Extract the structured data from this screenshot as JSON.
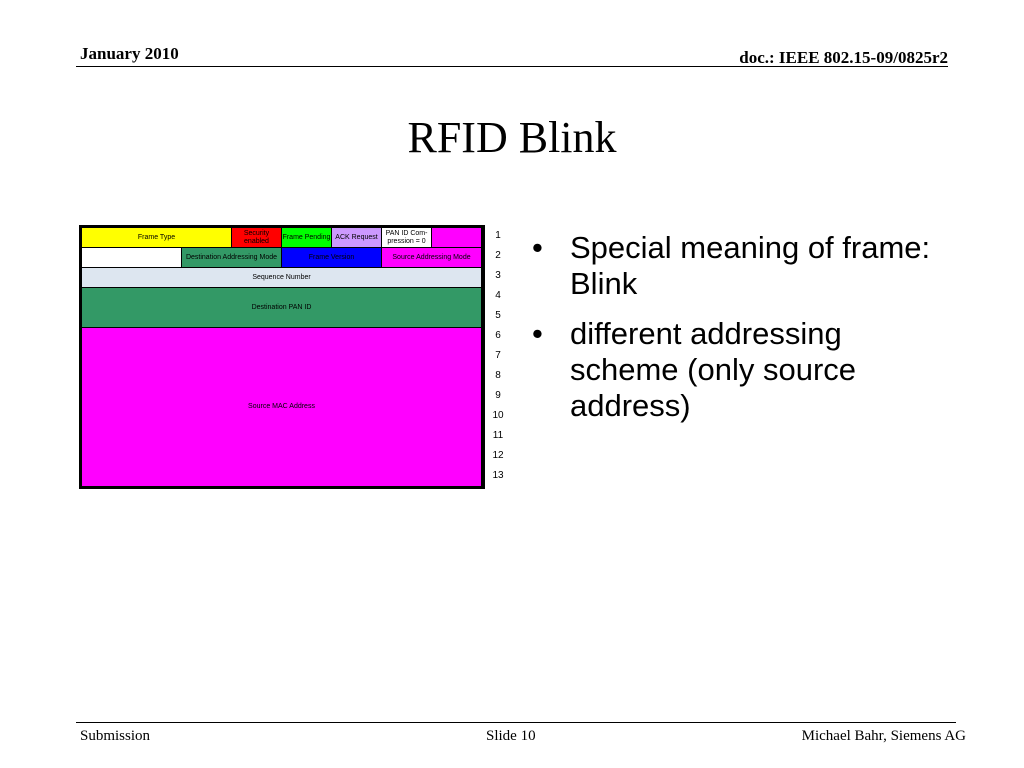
{
  "header": {
    "date": "January 2010",
    "doc": "doc.: IEEE 802.15-09/0825r2"
  },
  "title": "RFID Blink",
  "frame_diagram": {
    "row1": {
      "frame_type": "Frame Type",
      "security": "Security enabled",
      "frame_pending": "Frame Pending",
      "ack_request": "ACK Request",
      "pan_id_compression": "PAN ID Com-pression = 0",
      "colors": {
        "frame_type": "#ffff00",
        "security": "#ff0000",
        "frame_pending": "#00ff00",
        "ack_request": "#cc99ff",
        "pan_id": "#ffffff",
        "last": "#ff00ff"
      }
    },
    "row2": {
      "dest_addr_mode": "Destination Addressing Mode",
      "frame_version": "Frame Version",
      "src_addr_mode": "Source Addressing Mode",
      "colors": {
        "blank": "#ffffff",
        "dest_addr_mode": "#339966",
        "frame_version": "#0000ff",
        "src_addr_mode": "#ff00ff"
      }
    },
    "sequence_number": "Sequence Number",
    "destination_pan_id": "Destination PAN ID",
    "source_mac_address": "Source MAC Address",
    "colors": {
      "sequence_number": "#dde6f0",
      "destination_pan_id": "#339966",
      "source_mac_address": "#ff00ff"
    },
    "row_numbers": [
      "1",
      "2",
      "3",
      "4",
      "5",
      "6",
      "7",
      "8",
      "9",
      "10",
      "11",
      "12",
      "13"
    ]
  },
  "bullets": [
    "Special meaning of frame: Blink",
    "different addressing scheme (only source address)"
  ],
  "bullet_glyph": "•",
  "footer": {
    "left": "Submission",
    "middle": "Slide 10",
    "right": "Michael Bahr, Siemens AG"
  }
}
